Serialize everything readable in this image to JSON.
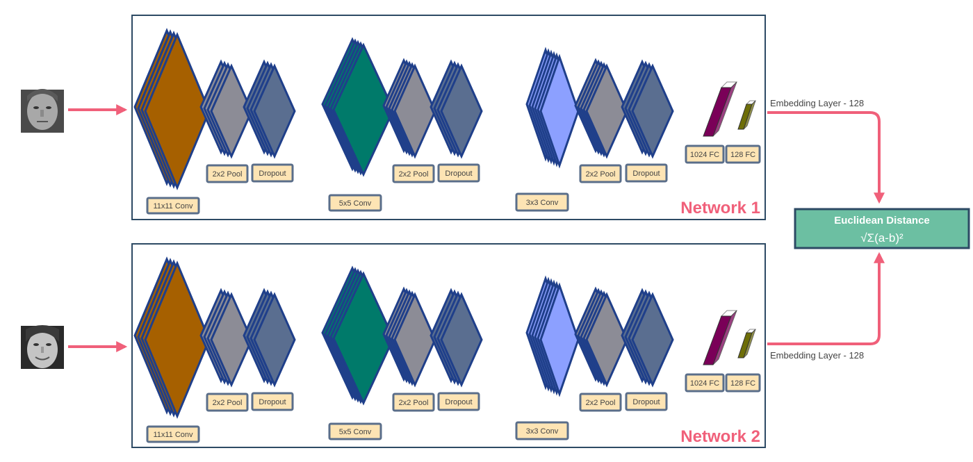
{
  "networks": [
    {
      "title": "Network 1",
      "embedding_label": "Embedding Layer - 128",
      "layers": {
        "conv1": "11x11 Conv",
        "pool1": "2x2 Pool",
        "drop1": "Dropout",
        "conv2": "5x5 Conv",
        "pool2": "2x2 Pool",
        "drop2": "Dropout",
        "conv3": "3x3 Conv",
        "pool3": "2x2 Pool",
        "drop3": "Dropout",
        "fc1": "1024 FC",
        "fc2": "128 FC"
      }
    },
    {
      "title": "Network 2",
      "embedding_label": "Embedding Layer - 128",
      "layers": {
        "conv1": "11x11 Conv",
        "pool1": "2x2 Pool",
        "drop1": "Dropout",
        "conv2": "5x5 Conv",
        "pool2": "2x2 Pool",
        "drop2": "Dropout",
        "conv3": "3x3 Conv",
        "pool3": "2x2 Pool",
        "drop3": "Dropout",
        "fc1": "1024 FC",
        "fc2": "128 FC"
      }
    }
  ],
  "output": {
    "title": "Euclidean Distance",
    "formula": "√Σ(a-b)²"
  },
  "colors": {
    "arrow": "#f0607a",
    "frame": "#2d4a64",
    "conv1": "#a66000",
    "conv2": "#007a6a",
    "conv3": "#8ca0ff",
    "pool": "#8c8c96",
    "dropout": "#5a6e90",
    "layer_edge": "#1f3f8a",
    "fc1": "#7a0058",
    "fc2": "#6e6e08",
    "label_fill": "#fde4b4",
    "label_edge": "#5a6e8a",
    "output_fill": "#6cbfa2",
    "output_edge": "#2d4a64",
    "network_title": "#f0607a"
  }
}
